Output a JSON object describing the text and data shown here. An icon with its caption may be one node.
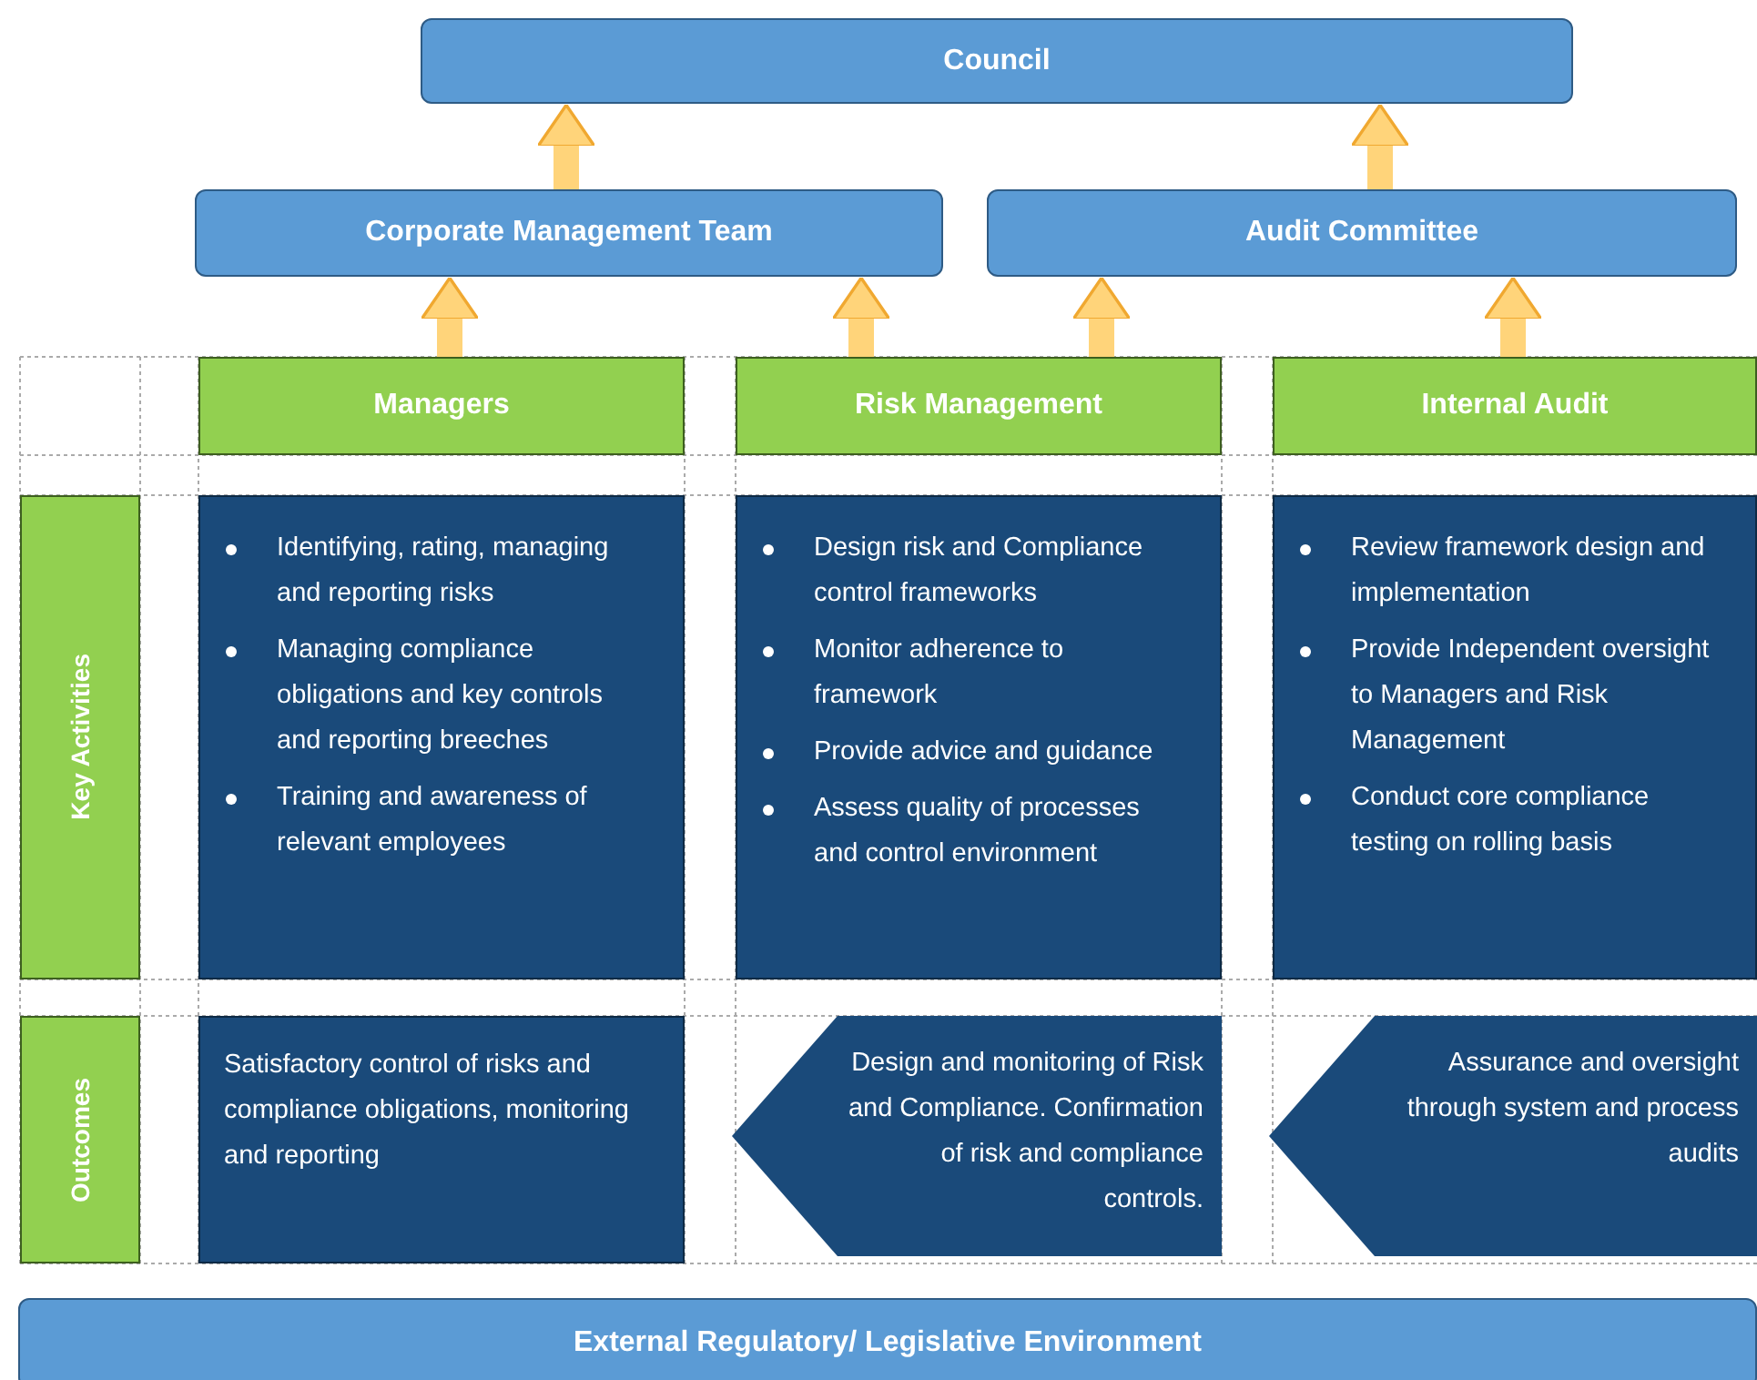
{
  "diagram": {
    "nodes": [
      {
        "text": [
          "Council"
        ]
      },
      {
        "text": [
          "Corporate Management Team"
        ]
      },
      {
        "text": [
          "Audit Committee"
        ]
      },
      {
        "text": [
          "Managers"
        ]
      },
      {
        "text": [
          "Risk Management"
        ]
      },
      {
        "text": [
          "Internal Audit"
        ]
      },
      {
        "text": [
          "Key Activities"
        ]
      },
      {
        "text": [
          "Identifying, rating, managing and reporting risks",
          "Managing compliance obligations and key controls and reporting breeches",
          "Training and awareness of relevant employees"
        ]
      },
      {
        "text": [
          "Design risk and Compliance control frameworks",
          "Monitor adherence to framework",
          "Provide advice and guidance",
          "Assess quality of processes and control environment"
        ]
      },
      {
        "text": [
          "Review framework design and implementation",
          "Provide Independent oversight to Managers and Risk Management",
          "Conduct core compliance testing on rolling basis"
        ]
      },
      {
        "text": [
          "Outcomes"
        ]
      },
      {
        "text": [
          "Satisfactory control of risks and compliance obligations, monitoring and reporting"
        ]
      },
      {
        "text": [
          "Design and monitoring of Risk and Compliance. Confirmation of risk and compliance controls."
        ]
      },
      {
        "text": [
          "Assurance and oversight through system and process audits"
        ]
      },
      {
        "text": [
          "External Regulatory/ Legislative Environment"
        ]
      }
    ],
    "edges": [
      {
        "from": 1,
        "to": 0,
        "arrow": "to"
      },
      {
        "from": 2,
        "to": 0,
        "arrow": "to"
      },
      {
        "from": 3,
        "to": 1,
        "arrow": "to"
      },
      {
        "from": 4,
        "to": 1,
        "arrow": "to"
      },
      {
        "from": 4,
        "to": 2,
        "arrow": "to"
      },
      {
        "from": 5,
        "to": 2,
        "arrow": "to"
      }
    ]
  }
}
